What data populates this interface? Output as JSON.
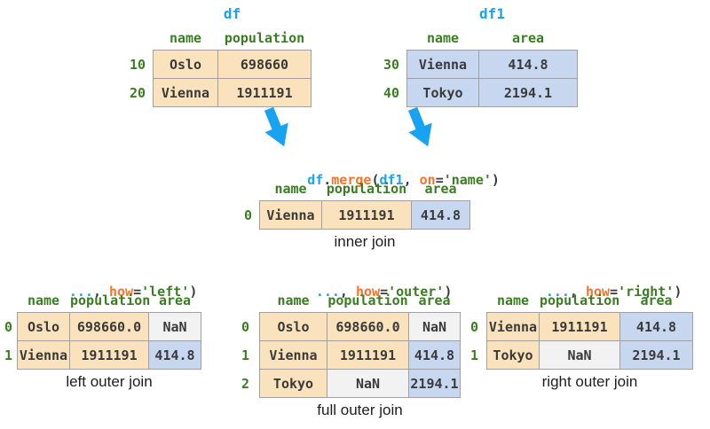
{
  "palette": {
    "code_blue": "#18A2F2",
    "code_orange": "#F4742B",
    "code_green": "#3B7D23",
    "text_dark": "#3A3A3A",
    "cell_peach": "#FAE3BC",
    "cell_blue": "#C8D7F0",
    "cell_gray": "#F2F2F2",
    "table_border": "#A0A0A0",
    "arrow_blue": "#18A2F2"
  },
  "tables": {
    "df": {
      "title": "df",
      "columns": [
        "name",
        "population"
      ],
      "rows": [
        {
          "index": "10",
          "cells": [
            {
              "text": "Oslo",
              "bg": "peach"
            },
            {
              "text": "698660",
              "bg": "peach"
            }
          ]
        },
        {
          "index": "20",
          "cells": [
            {
              "text": "Vienna",
              "bg": "peach"
            },
            {
              "text": "1911191",
              "bg": "peach"
            }
          ]
        }
      ]
    },
    "df1": {
      "title": "df1",
      "columns": [
        "name",
        "area"
      ],
      "rows": [
        {
          "index": "30",
          "cells": [
            {
              "text": "Vienna",
              "bg": "blue"
            },
            {
              "text": "414.8",
              "bg": "blue"
            }
          ]
        },
        {
          "index": "40",
          "cells": [
            {
              "text": "Tokyo",
              "bg": "blue"
            },
            {
              "text": "2194.1",
              "bg": "blue"
            }
          ]
        }
      ]
    },
    "merged": {
      "code": [
        {
          "text": "df",
          "color": "blue"
        },
        {
          "text": ".",
          "color": "dark"
        },
        {
          "text": "merge",
          "color": "orange"
        },
        {
          "text": "(",
          "color": "dark"
        },
        {
          "text": "df1",
          "color": "blue"
        },
        {
          "text": ", ",
          "color": "dark"
        },
        {
          "text": "on",
          "color": "orange"
        },
        {
          "text": "=",
          "color": "dark"
        },
        {
          "text": "'name'",
          "color": "green"
        },
        {
          "text": ")",
          "color": "dark"
        }
      ],
      "columns": [
        "name",
        "population",
        "area"
      ],
      "rows": [
        {
          "index": "0",
          "cells": [
            {
              "text": "Vienna",
              "bg": "peach"
            },
            {
              "text": "1911191",
              "bg": "peach"
            },
            {
              "text": "414.8",
              "bg": "blue"
            }
          ]
        }
      ],
      "caption": "inner join"
    },
    "left": {
      "code": [
        {
          "text": "...",
          "color": "blue"
        },
        {
          "text": ", ",
          "color": "dark"
        },
        {
          "text": "how",
          "color": "orange"
        },
        {
          "text": "=",
          "color": "dark"
        },
        {
          "text": "'left'",
          "color": "green"
        },
        {
          "text": ")",
          "color": "dark"
        }
      ],
      "columns": [
        "name",
        "population",
        "area"
      ],
      "rows": [
        {
          "index": "0",
          "cells": [
            {
              "text": "Oslo",
              "bg": "peach"
            },
            {
              "text": "698660.0",
              "bg": "peach"
            },
            {
              "text": "NaN",
              "bg": "gray"
            }
          ]
        },
        {
          "index": "1",
          "cells": [
            {
              "text": "Vienna",
              "bg": "peach"
            },
            {
              "text": "1911191",
              "bg": "peach"
            },
            {
              "text": "414.8",
              "bg": "blue"
            }
          ]
        }
      ],
      "caption": "left outer join"
    },
    "outer": {
      "code": [
        {
          "text": "...",
          "color": "blue"
        },
        {
          "text": ", ",
          "color": "dark"
        },
        {
          "text": "how",
          "color": "orange"
        },
        {
          "text": "=",
          "color": "dark"
        },
        {
          "text": "'outer'",
          "color": "green"
        },
        {
          "text": ")",
          "color": "dark"
        }
      ],
      "columns": [
        "name",
        "population",
        "area"
      ],
      "rows": [
        {
          "index": "0",
          "cells": [
            {
              "text": "Oslo",
              "bg": "peach"
            },
            {
              "text": "698660.0",
              "bg": "peach"
            },
            {
              "text": "NaN",
              "bg": "gray"
            }
          ]
        },
        {
          "index": "1",
          "cells": [
            {
              "text": "Vienna",
              "bg": "peach"
            },
            {
              "text": "1911191",
              "bg": "peach"
            },
            {
              "text": "414.8",
              "bg": "blue"
            }
          ]
        },
        {
          "index": "2",
          "cells": [
            {
              "text": "Tokyo",
              "bg": "peach"
            },
            {
              "text": "NaN",
              "bg": "gray"
            },
            {
              "text": "2194.1",
              "bg": "blue"
            }
          ]
        }
      ],
      "caption": "full outer join"
    },
    "right": {
      "code": [
        {
          "text": "...",
          "color": "blue"
        },
        {
          "text": ", ",
          "color": "dark"
        },
        {
          "text": "how",
          "color": "orange"
        },
        {
          "text": "=",
          "color": "dark"
        },
        {
          "text": "'right'",
          "color": "green"
        },
        {
          "text": ")",
          "color": "dark"
        }
      ],
      "columns": [
        "name",
        "population",
        "area"
      ],
      "rows": [
        {
          "index": "0",
          "cells": [
            {
              "text": "Vienna",
              "bg": "peach"
            },
            {
              "text": "1911191",
              "bg": "peach"
            },
            {
              "text": "414.8",
              "bg": "blue"
            }
          ]
        },
        {
          "index": "1",
          "cells": [
            {
              "text": "Tokyo",
              "bg": "peach"
            },
            {
              "text": "NaN",
              "bg": "gray"
            },
            {
              "text": "2194.1",
              "bg": "blue"
            }
          ]
        }
      ],
      "caption": "right outer join"
    }
  }
}
